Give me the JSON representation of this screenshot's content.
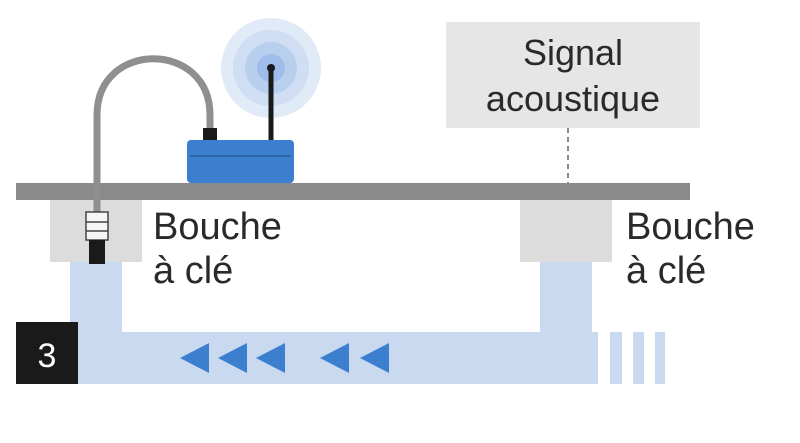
{
  "signal_box": {
    "line1": "Signal",
    "line2": "acoustique"
  },
  "valve_left": {
    "line1": "Bouche",
    "line2": "à clé"
  },
  "valve_right": {
    "line1": "Bouche",
    "line2": "à clé"
  },
  "step_number": "3",
  "colors": {
    "pipe": "#c9daf0",
    "ground": "#8a8a8a",
    "valve_box": "#dcdcdc",
    "device": "#3d7fcf",
    "arrows": "#3d7fcf",
    "signal_box": "#e6e6e6",
    "badge": "#1a1a1a",
    "text": "#2a2a2a"
  },
  "icons": {
    "flow_arrows": "arrow-left-icon",
    "radio_waves": "radio-waves-icon"
  }
}
